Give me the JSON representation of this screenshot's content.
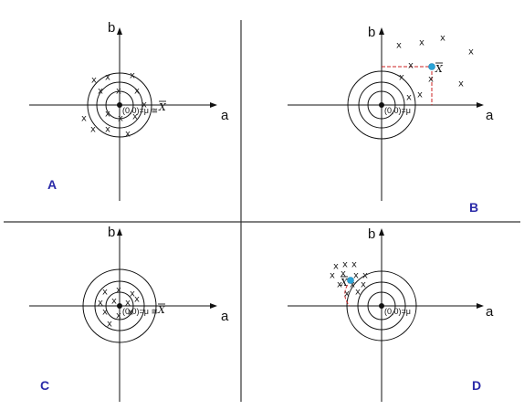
{
  "figure": {
    "colors": {
      "ink": "#111111",
      "panel_label": "#2a2aa8",
      "estimate_marker": "#2aa4d8",
      "guide_line": "#cc2222",
      "divider": "#333333"
    },
    "panels": [
      {
        "id": "A",
        "label": "A",
        "axis_x_label": "a",
        "axis_y_label": "b",
        "origin_text": "(0,0)=μ ≅",
        "xbar_text": "X",
        "estimate_highlight": false,
        "guide_lines": false,
        "sample_marks": "x"
      },
      {
        "id": "B",
        "label": "B",
        "axis_x_label": "a",
        "axis_y_label": "b",
        "origin_text": "(0,0)=μ",
        "xbar_text": "X",
        "estimate_highlight": true,
        "guide_lines": true,
        "sample_marks": "x"
      },
      {
        "id": "C",
        "label": "C",
        "axis_x_label": "a",
        "axis_y_label": "b",
        "origin_text": "(0,0)=μ ≅",
        "xbar_text": "X",
        "estimate_highlight": false,
        "guide_lines": false,
        "sample_marks": "x"
      },
      {
        "id": "D",
        "label": "D",
        "axis_x_label": "a",
        "axis_y_label": "b",
        "origin_text": "(0,0)=μ",
        "xbar_text": "X",
        "estimate_highlight": true,
        "guide_lines": true,
        "sample_marks": "x"
      }
    ]
  }
}
